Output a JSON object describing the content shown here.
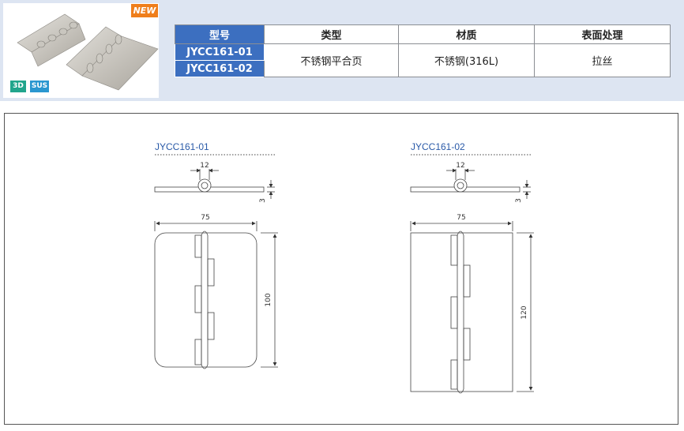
{
  "header": {
    "badge_new": "NEW",
    "badge_3d": "3D",
    "badge_sus": "SUS"
  },
  "table": {
    "headers": [
      "型号",
      "类型",
      "材质",
      "表面处理"
    ],
    "models": [
      "JYCC161-01",
      "JYCC161-02"
    ],
    "type_value": "不锈钢平合页",
    "material_value": "不锈钢(316L)",
    "surface_value": "拉丝"
  },
  "drawings": [
    {
      "label": "JYCC161-01",
      "pin_dim": "12",
      "thickness_dim": "3",
      "width_dim": "75",
      "height_dim": "100"
    },
    {
      "label": "JYCC161-02",
      "pin_dim": "12",
      "thickness_dim": "3",
      "width_dim": "75",
      "height_dim": "120"
    }
  ],
  "colors": {
    "top_band": "#dde5f2",
    "table_header_blue": "#3c6fc0",
    "badge_new": "#ef7e1b",
    "badge_3d": "#21a58c",
    "badge_sus": "#2a97d0",
    "model_label": "#2a5aa8"
  }
}
